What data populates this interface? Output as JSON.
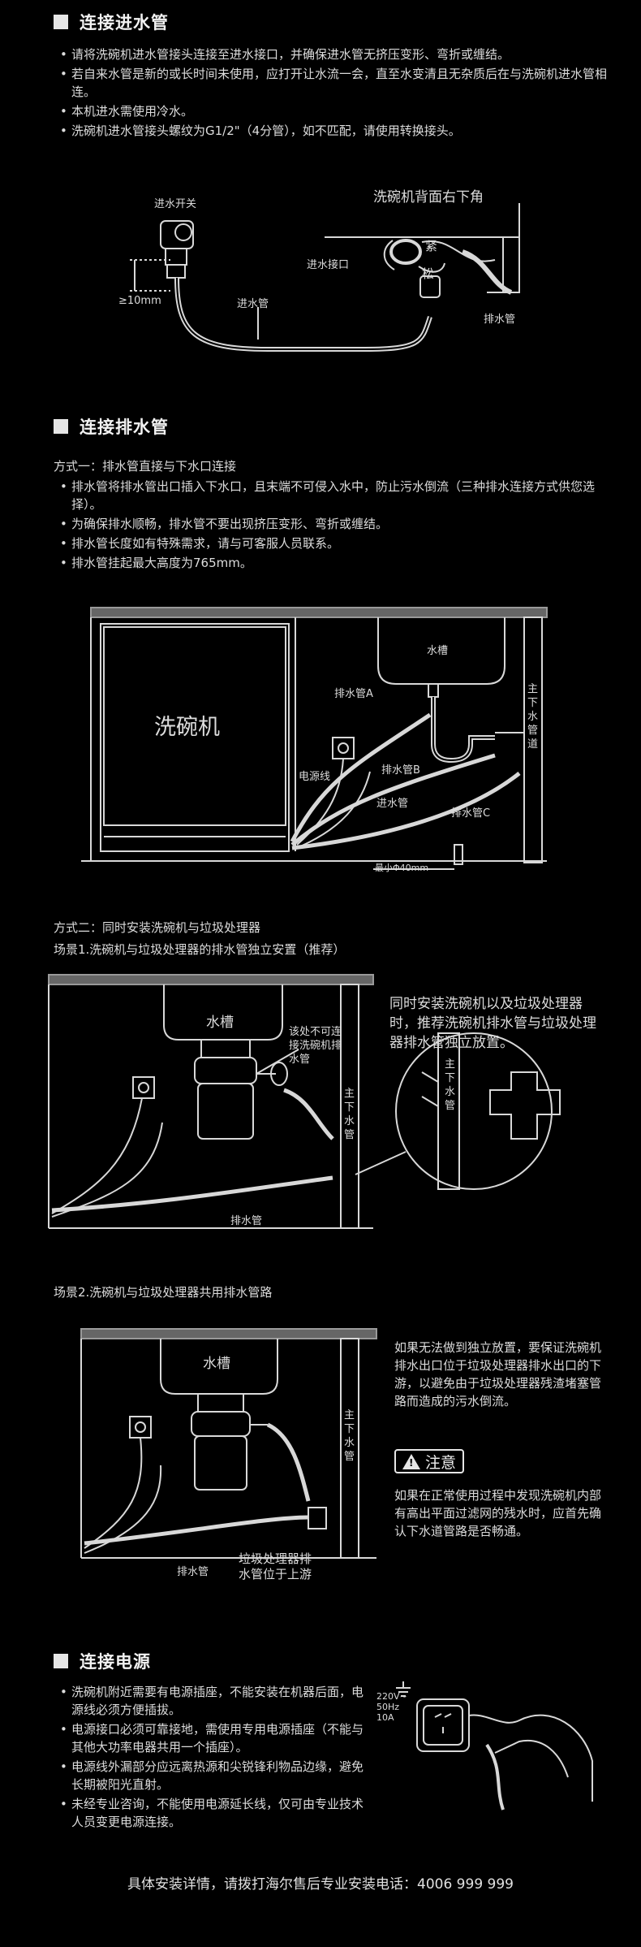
{
  "section1": {
    "title": "连接进水管",
    "bullets": [
      "请将洗碗机进水管接头连接至进水接口，并确保进水管无挤压变形、弯折或缠结。",
      "若自来水管是新的或长时间未使用，应打开让水流一会，直至水变清且无杂质后在与洗碗机进水管相连。",
      "本机进水需使用冷水。",
      "洗碗机进水管接头螺纹为G1/2\"（4分管），如不匹配，请使用转换接头。"
    ],
    "diagram": {
      "valve": "进水开关",
      "min_height": "≥10mm",
      "inlet_pipe": "进水管",
      "back_corner": "洗碗机背面右下角",
      "inlet_port": "进水接口",
      "tighten": "紧",
      "loosen": "松",
      "drain_pipe": "排水管"
    }
  },
  "section2": {
    "title": "连接排水管",
    "method1": "方式一：排水管直接与下水口连接",
    "bullets": [
      "排水管将排水管出口插入下水口，且末端不可侵入水中，防止污水倒流（三种排水连接方式供您选择）。",
      "为确保排水顺畅，排水管不要出现挤压变形、弯折或缠结。",
      "排水管长度如有特殊需求，请与可客服人员联系。",
      "排水管挂起最大高度为765mm。"
    ],
    "diagram": {
      "dishwasher": "洗碗机",
      "sink": "水槽",
      "main_drain": "主下水管道",
      "drain_a": "排水管A",
      "drain_b": "排水管B",
      "drain_c": "排水管C",
      "power_cord": "电源线",
      "inlet_pipe": "进水管",
      "min_dia": "最小Φ40mm"
    }
  },
  "method2": {
    "title": "方式二：同时安装洗碗机与垃圾处理器",
    "scene1": {
      "title": "场景1.洗碗机与垃圾处理器的排水管独立安置（推荐）",
      "sink": "水槽",
      "warning": "该处不可连接洗碗机排水管",
      "main_drain": "主下水管",
      "drain_pipe": "排水管",
      "detail_drain": "主下水管",
      "desc": "同时安装洗碗机以及垃圾处理器时，推荐洗碗机排水管与垃圾处理器排水管独立放置。"
    },
    "scene2": {
      "title": "场景2.洗碗机与垃圾处理器共用排水管路",
      "sink": "水槽",
      "main_drain": "主下水管",
      "drain_pipe": "排水管",
      "upstream": "垃圾处理器排水管位于上游",
      "desc": "如果无法做到独立放置，要保证洗碗机排水出口位于垃圾处理器排水出口的下游，以避免由于垃圾处理器残渣堵塞管路而造成的污水倒流。",
      "notice_label": "注意",
      "notice_text": "如果在正常使用过程中发现洗碗机内部有高出平面过滤网的残水时，应首先确认下水道管路是否畅通。"
    }
  },
  "section3": {
    "title": "连接电源",
    "bullets": [
      "洗碗机附近需要有电源插座，不能安装在机器后面，电源线必须方便插拔。",
      "电源接口必须可靠接地，需使用专用电源插座（不能与其他大功率电器共用一个插座）。",
      "电源线外漏部分应远离热源和尖锐锋利物品边缘，避免长期被阳光直射。",
      "未经专业咨询，不能使用电源延长线，仅可由专业技术人员变更电源连接。"
    ],
    "socket_spec": [
      "220V~",
      "50Hz",
      "10A"
    ]
  },
  "footer": "具体安装详情，请拨打海尔售后专业安装电话：4006 999 999"
}
